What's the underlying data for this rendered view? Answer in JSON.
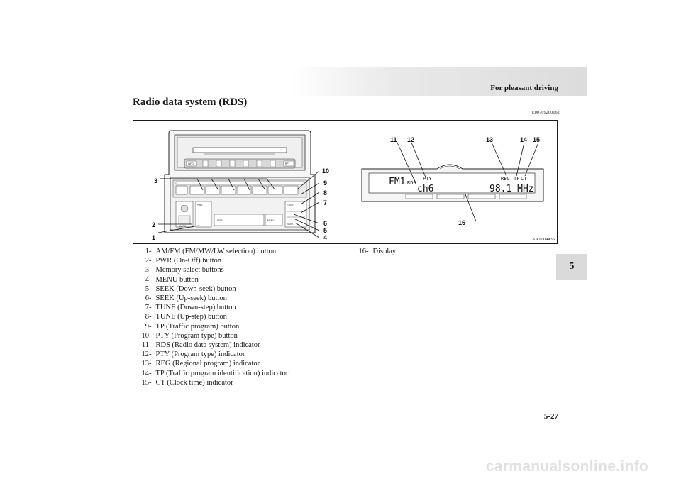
{
  "header": {
    "title": "For pleasant driving"
  },
  "section": {
    "title": "Radio data system (RDS)",
    "code": "E00709200162"
  },
  "figure": {
    "code": "AA1004436",
    "callouts": [
      "1",
      "2",
      "3",
      "4",
      "5",
      "6",
      "7",
      "8",
      "9",
      "10",
      "11",
      "12",
      "13",
      "14",
      "15",
      "16"
    ],
    "radio_buttons": {
      "info": "INFO",
      "rpt": "RPT",
      "am_fm": "AM/FM",
      "menu": "MENU",
      "disp": "DISP",
      "pwr": "PWR",
      "tune": "TUNE",
      "seek": "SEEK"
    },
    "display": {
      "band": "FM1",
      "rds": "RDS",
      "pty": "PTY",
      "reg": "REG",
      "tp": "TP",
      "ct": "CT",
      "channel": "ch6",
      "frequency": "98.1 MHz"
    }
  },
  "legend_left": [
    {
      "num": "1",
      "text": "AM/FM (FM/MW/LW selection) button"
    },
    {
      "num": "2",
      "text": "PWR (On-Off) button"
    },
    {
      "num": "3",
      "text": "Memory select buttons"
    },
    {
      "num": "4",
      "text": "MENU button"
    },
    {
      "num": "5",
      "text": "SEEK (Down-seek) button"
    },
    {
      "num": "6",
      "text": "SEEK (Up-seek) button"
    },
    {
      "num": "7",
      "text": "TUNE (Down-step) button"
    },
    {
      "num": "8",
      "text": "TUNE (Up-step) button"
    },
    {
      "num": "9",
      "text": "TP (Traffic program) button"
    },
    {
      "num": "10",
      "text": "PTY (Program type) button"
    },
    {
      "num": "11",
      "text": "RDS (Radio data system) indicator"
    },
    {
      "num": "12",
      "text": "PTY (Program type) indicator"
    },
    {
      "num": "13",
      "text": "REG (Regional program) indicator"
    },
    {
      "num": "14",
      "text": "TP (Traffic program identification) indicator"
    },
    {
      "num": "15",
      "text": "CT (Clock time) indicator"
    }
  ],
  "legend_right": [
    {
      "num": "16",
      "text": "Display"
    }
  ],
  "chapter_tab": "5",
  "page_number": "5-27",
  "watermark": "carmanualsonline.info"
}
